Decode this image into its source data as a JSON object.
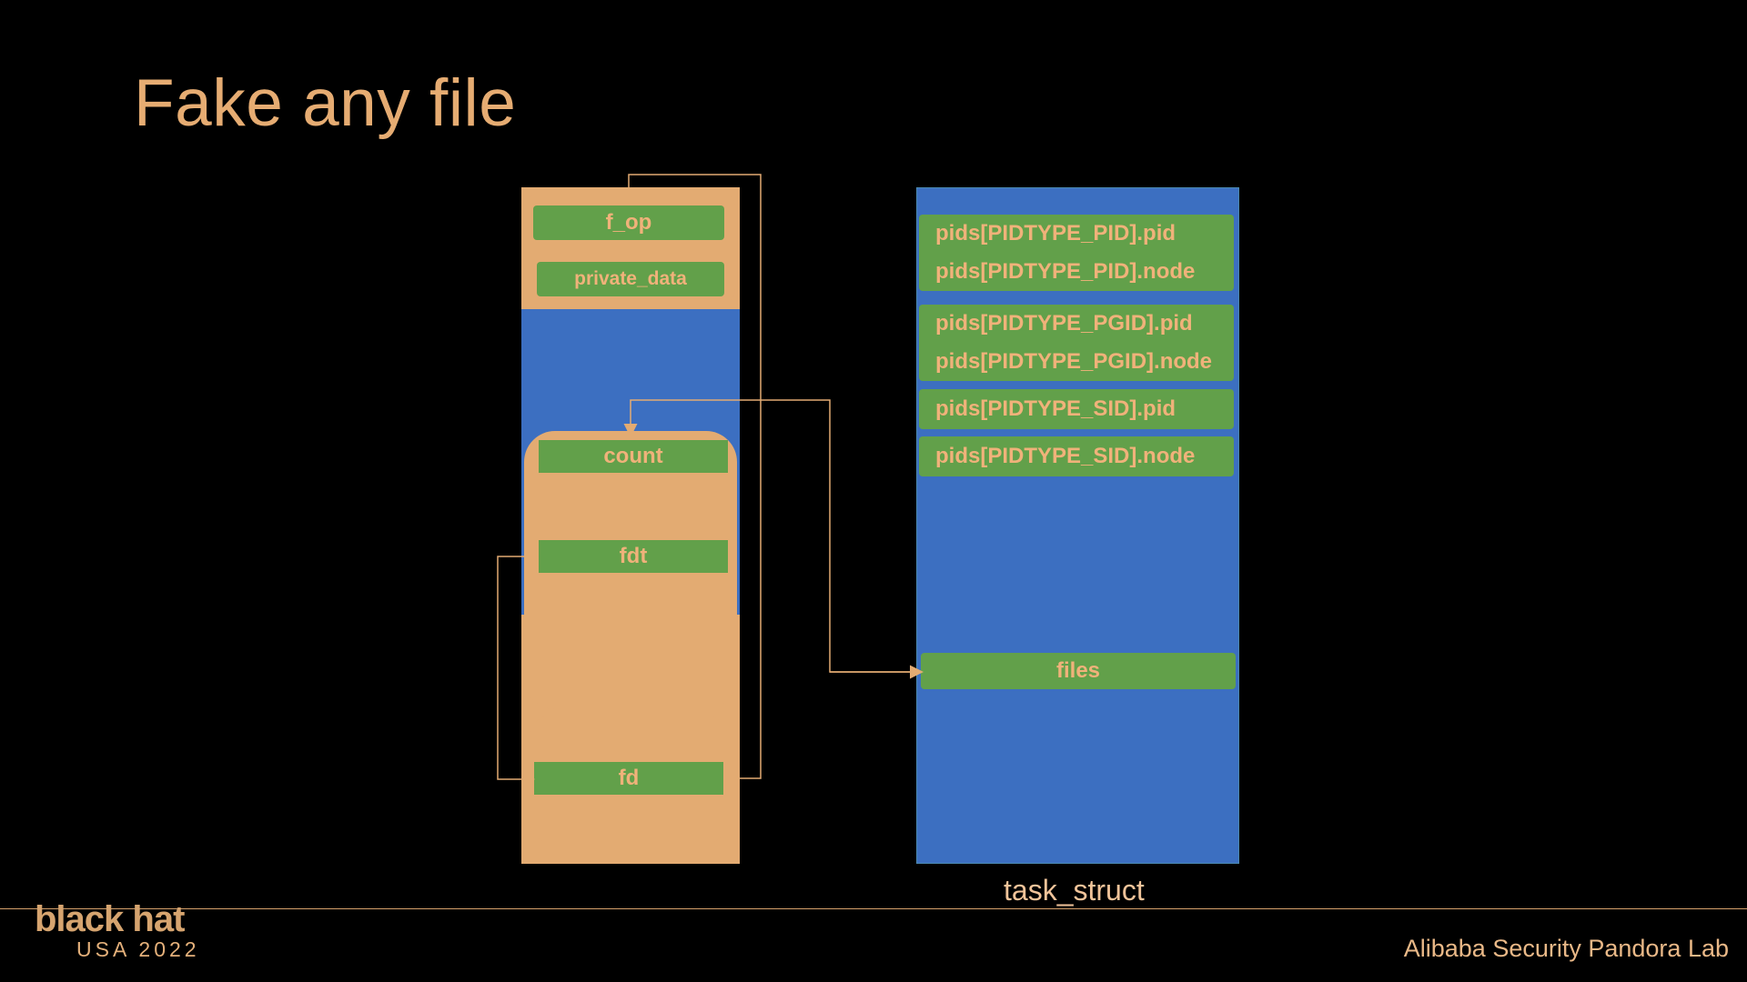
{
  "slide": {
    "title": "Fake any file",
    "caption": "task_struct",
    "lab": "Alibaba Security Pandora Lab",
    "logo_top": "black hat",
    "logo_bottom": "USA 2022"
  },
  "file_struct": {
    "fields": [
      "f_op",
      "private_data"
    ]
  },
  "files_struct": {
    "fields": [
      "count",
      "fdt"
    ]
  },
  "fdtable": {
    "fields": [
      "fd"
    ]
  },
  "task_struct": {
    "fields": [
      "pids[PIDTYPE_PID].pid",
      "pids[PIDTYPE_PID].node",
      "pids[PIDTYPE_PGID].pid",
      "pids[PIDTYPE_PGID].node",
      "pids[PIDTYPE_SID].pid",
      "pids[PIDTYPE_SID].node",
      "files"
    ]
  },
  "colors": {
    "background": "#000000",
    "orange": "#e3ab72",
    "blue": "#3c6fc1",
    "green": "#62a04a",
    "arrow": "#e3ab72"
  }
}
